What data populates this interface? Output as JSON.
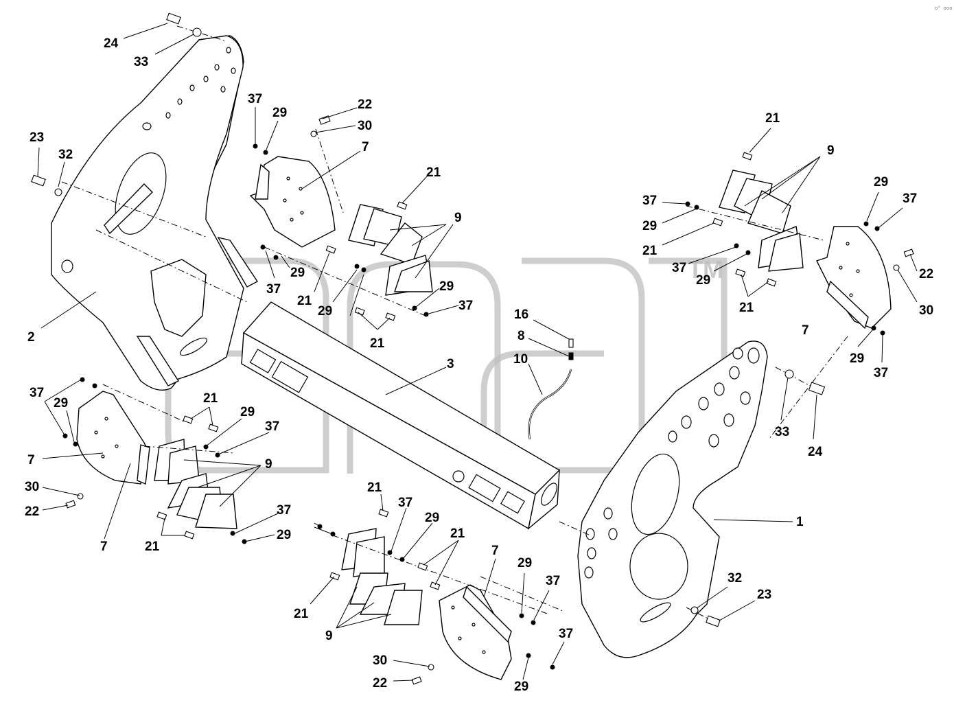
{
  "callouts": [
    {
      "id": "c24a",
      "text": "24"
    },
    {
      "id": "c33a",
      "text": "33"
    },
    {
      "id": "c23a",
      "text": "23"
    },
    {
      "id": "c32a",
      "text": "32"
    },
    {
      "id": "c37a",
      "text": "37"
    },
    {
      "id": "c29a",
      "text": "29"
    },
    {
      "id": "c22a",
      "text": "22"
    },
    {
      "id": "c30a",
      "text": "30"
    },
    {
      "id": "c7a",
      "text": "7"
    },
    {
      "id": "c21a",
      "text": "21"
    },
    {
      "id": "c9a",
      "text": "9"
    },
    {
      "id": "c29b",
      "text": "29"
    },
    {
      "id": "c37b",
      "text": "37"
    },
    {
      "id": "c21b",
      "text": "21"
    },
    {
      "id": "c29c",
      "text": "29"
    },
    {
      "id": "c37c",
      "text": "37"
    },
    {
      "id": "c29d",
      "text": "29"
    },
    {
      "id": "c21c",
      "text": "21"
    },
    {
      "id": "c2",
      "text": "2"
    },
    {
      "id": "c3",
      "text": "3"
    },
    {
      "id": "c16",
      "text": "16"
    },
    {
      "id": "c8",
      "text": "8"
    },
    {
      "id": "c10",
      "text": "10"
    },
    {
      "id": "c21d",
      "text": "21"
    },
    {
      "id": "c9b",
      "text": "9"
    },
    {
      "id": "c37d",
      "text": "37"
    },
    {
      "id": "c29e",
      "text": "29"
    },
    {
      "id": "c29f",
      "text": "29"
    },
    {
      "id": "c37e",
      "text": "37"
    },
    {
      "id": "c21e",
      "text": "21"
    },
    {
      "id": "c37f",
      "text": "37"
    },
    {
      "id": "c29g",
      "text": "29"
    },
    {
      "id": "c22b",
      "text": "22"
    },
    {
      "id": "c30b",
      "text": "30"
    },
    {
      "id": "c21f",
      "text": "21"
    },
    {
      "id": "c7b",
      "text": "7"
    },
    {
      "id": "c29h",
      "text": "29"
    },
    {
      "id": "c37g",
      "text": "37"
    },
    {
      "id": "c33b",
      "text": "33"
    },
    {
      "id": "c24b",
      "text": "24"
    },
    {
      "id": "c1",
      "text": "1"
    },
    {
      "id": "c37h",
      "text": "37"
    },
    {
      "id": "c29i",
      "text": "29"
    },
    {
      "id": "c7c",
      "text": "7"
    },
    {
      "id": "c30c",
      "text": "30"
    },
    {
      "id": "c22c",
      "text": "22"
    },
    {
      "id": "c7d",
      "text": "7"
    },
    {
      "id": "c21g",
      "text": "21"
    },
    {
      "id": "c29j",
      "text": "29"
    },
    {
      "id": "c37i",
      "text": "37"
    },
    {
      "id": "c9c",
      "text": "9"
    },
    {
      "id": "c37j",
      "text": "37"
    },
    {
      "id": "c29k",
      "text": "29"
    },
    {
      "id": "c21h",
      "text": "21"
    },
    {
      "id": "c21i",
      "text": "21"
    },
    {
      "id": "c37k",
      "text": "37"
    },
    {
      "id": "c29l",
      "text": "29"
    },
    {
      "id": "c21j",
      "text": "21"
    },
    {
      "id": "c7e",
      "text": "7"
    },
    {
      "id": "c29m",
      "text": "29"
    },
    {
      "id": "c37l",
      "text": "37"
    },
    {
      "id": "c21k",
      "text": "21"
    },
    {
      "id": "c9d",
      "text": "9"
    },
    {
      "id": "c32b",
      "text": "32"
    },
    {
      "id": "c23b",
      "text": "23"
    },
    {
      "id": "c37m",
      "text": "37"
    },
    {
      "id": "c30d",
      "text": "30"
    },
    {
      "id": "c22d",
      "text": "22"
    },
    {
      "id": "c29n",
      "text": "29"
    }
  ],
  "watermark": {
    "logo": "dnd",
    "mark": "TM"
  },
  "corner_mark": "o° ooo"
}
